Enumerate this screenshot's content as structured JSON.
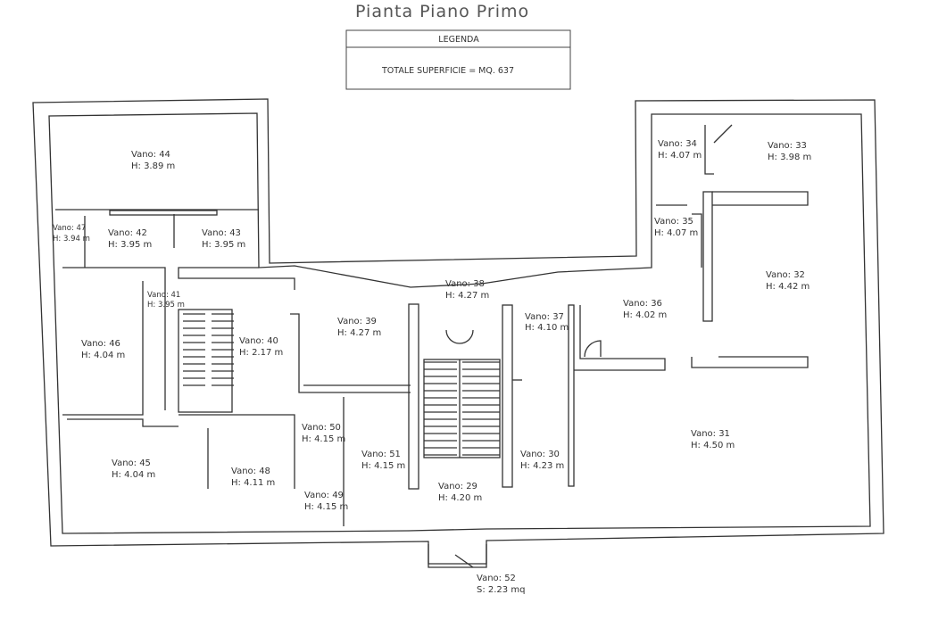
{
  "title": "Pianta Piano Primo",
  "legend": {
    "header": "LEGENDA",
    "total": "TOTALE SUPERFICIE   =  MQ. 637"
  },
  "rooms": {
    "r44": {
      "vano": "Vano: 44",
      "h": "H: 3.89  m"
    },
    "r47": {
      "vano": "Vano: 47",
      "h": "H: 3.94  m"
    },
    "r42": {
      "vano": "Vano: 42",
      "h": "H: 3.95  m"
    },
    "r43": {
      "vano": "Vano: 43",
      "h": "H: 3.95  m"
    },
    "r41": {
      "vano": "Vano: 41",
      "h": "H: 3.95  m"
    },
    "r46": {
      "vano": "Vano: 46",
      "h": "H: 4.04  m"
    },
    "r40": {
      "vano": "Vano: 40",
      "h": "H: 2.17  m"
    },
    "r39": {
      "vano": "Vano: 39",
      "h": "H: 4.27  m"
    },
    "r38": {
      "vano": "Vano: 38",
      "h": "H: 4.27  m"
    },
    "r37": {
      "vano": "Vano: 37",
      "h": "H: 4.10  m"
    },
    "r36": {
      "vano": "Vano: 36",
      "h": "H: 4.02  m"
    },
    "r35": {
      "vano": "Vano: 35",
      "h": "H: 4.07  m"
    },
    "r34": {
      "vano": "Vano: 34",
      "h": "H: 4.07  m"
    },
    "r33": {
      "vano": "Vano: 33",
      "h": "H: 3.98  m"
    },
    "r32": {
      "vano": "Vano: 32",
      "h": "H: 4.42  m"
    },
    "r31": {
      "vano": "Vano: 31",
      "h": "H: 4.50  m"
    },
    "r30": {
      "vano": "Vano: 30",
      "h": "H: 4.23  m"
    },
    "r29": {
      "vano": "Vano: 29",
      "h": "H: 4.20  m"
    },
    "r51": {
      "vano": "Vano: 51",
      "h": "H: 4.15  m"
    },
    "r50": {
      "vano": "Vano: 50",
      "h": "H: 4.15  m"
    },
    "r49": {
      "vano": "Vano: 49",
      "h": "H: 4.15  m"
    },
    "r48": {
      "vano": "Vano: 48",
      "h": "H: 4.11  m"
    },
    "r45": {
      "vano": "Vano: 45",
      "h": "H: 4.04  m"
    },
    "r52": {
      "vano": "Vano: 52",
      "h": "S: 2.23  mq"
    }
  }
}
